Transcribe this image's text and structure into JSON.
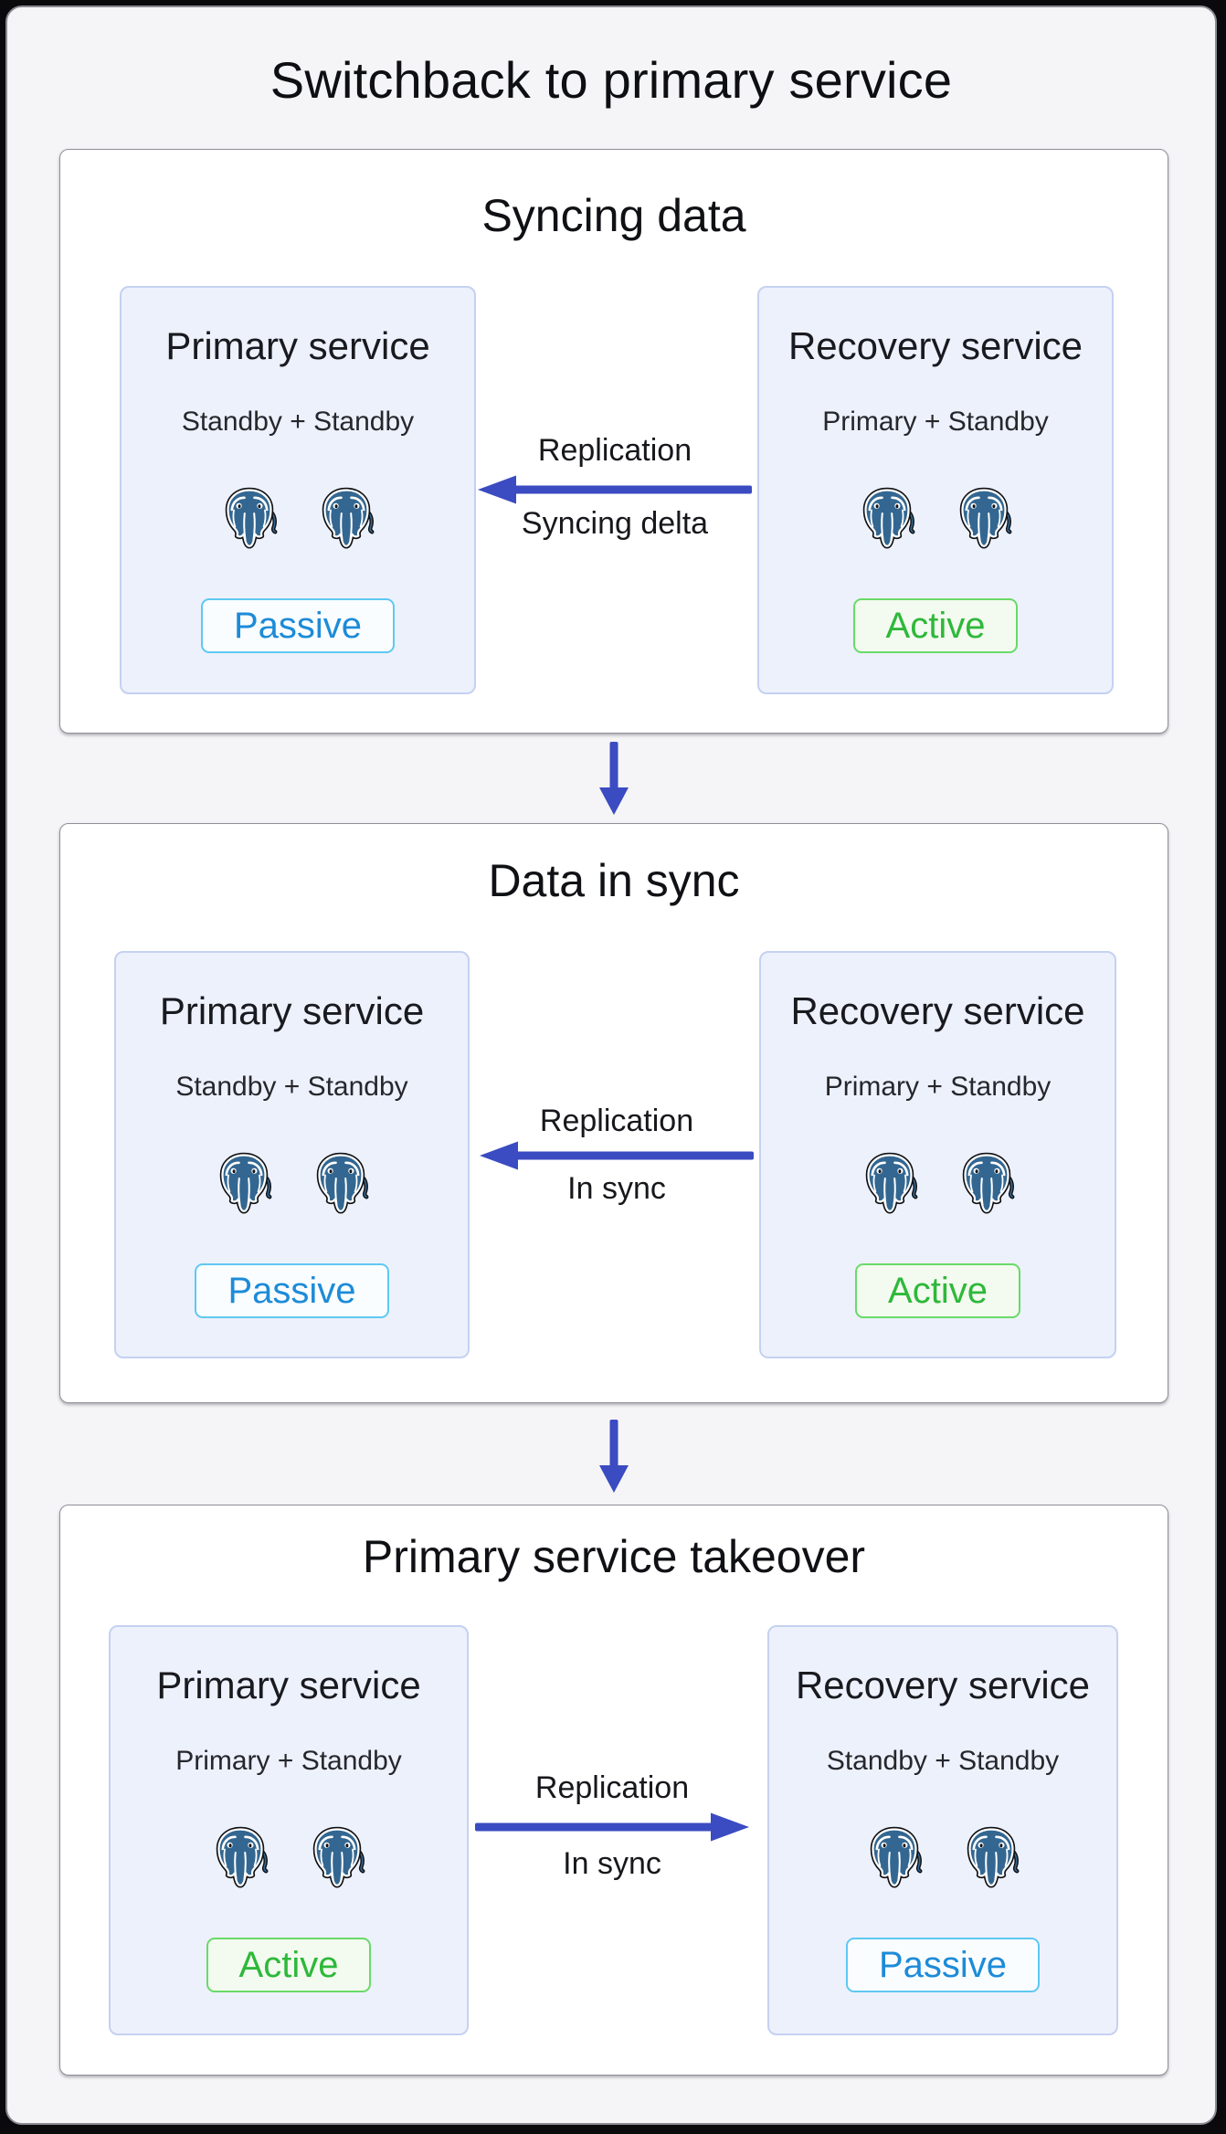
{
  "title": "Switchback to primary service",
  "colors": {
    "arrow_accent": "#3b4bc1",
    "postgres_blue": "#336791",
    "passive_text": "#1d8bd8",
    "passive_border": "#5ec8f2",
    "active_text": "#2eb83a",
    "active_border": "#69da69"
  },
  "icons": {
    "database": "postgresql-elephant-icon",
    "flow": "down-arrow-icon"
  },
  "stages": [
    {
      "title": "Syncing data",
      "primary": {
        "title": "Primary service",
        "role": "Standby + Standby",
        "badge": "Passive"
      },
      "recovery": {
        "title": "Recovery service",
        "role": "Primary + Standby",
        "badge": "Active"
      },
      "arrow": {
        "direction": "left",
        "top_label": "Replication",
        "bottom_label": "Syncing delta"
      }
    },
    {
      "title": "Data in sync",
      "primary": {
        "title": "Primary service",
        "role": "Standby + Standby",
        "badge": "Passive"
      },
      "recovery": {
        "title": "Recovery service",
        "role": "Primary + Standby",
        "badge": "Active"
      },
      "arrow": {
        "direction": "left",
        "top_label": "Replication",
        "bottom_label": "In sync"
      }
    },
    {
      "title": "Primary service takeover",
      "primary": {
        "title": "Primary service",
        "role": "Primary + Standby",
        "badge": "Active"
      },
      "recovery": {
        "title": "Recovery service",
        "role": "Standby + Standby",
        "badge": "Passive"
      },
      "arrow": {
        "direction": "right",
        "top_label": "Replication",
        "bottom_label": "In sync"
      }
    }
  ]
}
